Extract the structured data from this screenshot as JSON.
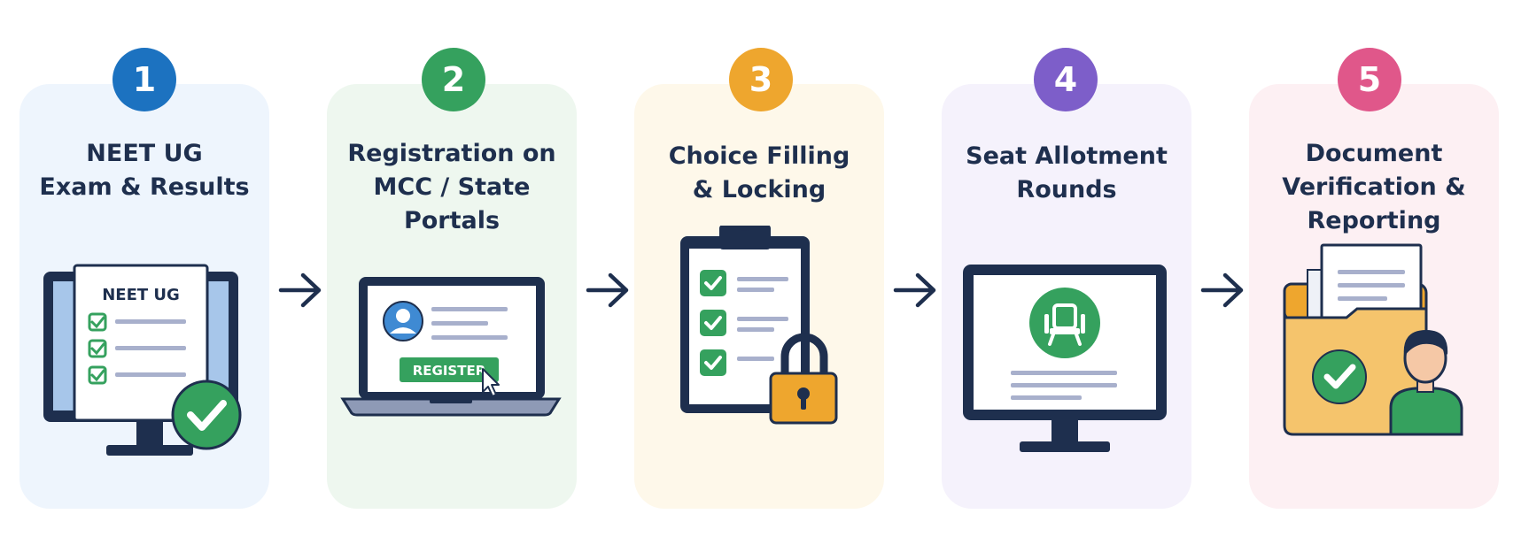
{
  "steps": [
    {
      "number": "1",
      "title_lines": [
        "NEET UG",
        "Exam & Results"
      ],
      "screen_text": "NEET UG"
    },
    {
      "number": "2",
      "title_lines": [
        "Registration on",
        "MCC / State",
        "Portals"
      ],
      "button_text": "REGISTER"
    },
    {
      "number": "3",
      "title_lines": [
        "Choice Filling",
        "& Locking"
      ]
    },
    {
      "number": "4",
      "title_lines": [
        "Seat Allotment",
        "Rounds"
      ]
    },
    {
      "number": "5",
      "title_lines": [
        "Document",
        "Verification &",
        "Reporting"
      ]
    }
  ],
  "icons": {
    "step1": "monitor-exam-results-icon",
    "step2": "laptop-registration-icon",
    "step3": "clipboard-lock-icon",
    "step4": "monitor-seat-icon",
    "step5": "folder-person-verified-icon",
    "connector": "arrow-right-icon"
  },
  "colors": {
    "step1": "#1c72c0",
    "step2": "#35a15e",
    "step3": "#eea62e",
    "step4": "#7d5ec9",
    "step5": "#e0578a",
    "outline": "#1e2f4e",
    "check": "#35a15e"
  }
}
